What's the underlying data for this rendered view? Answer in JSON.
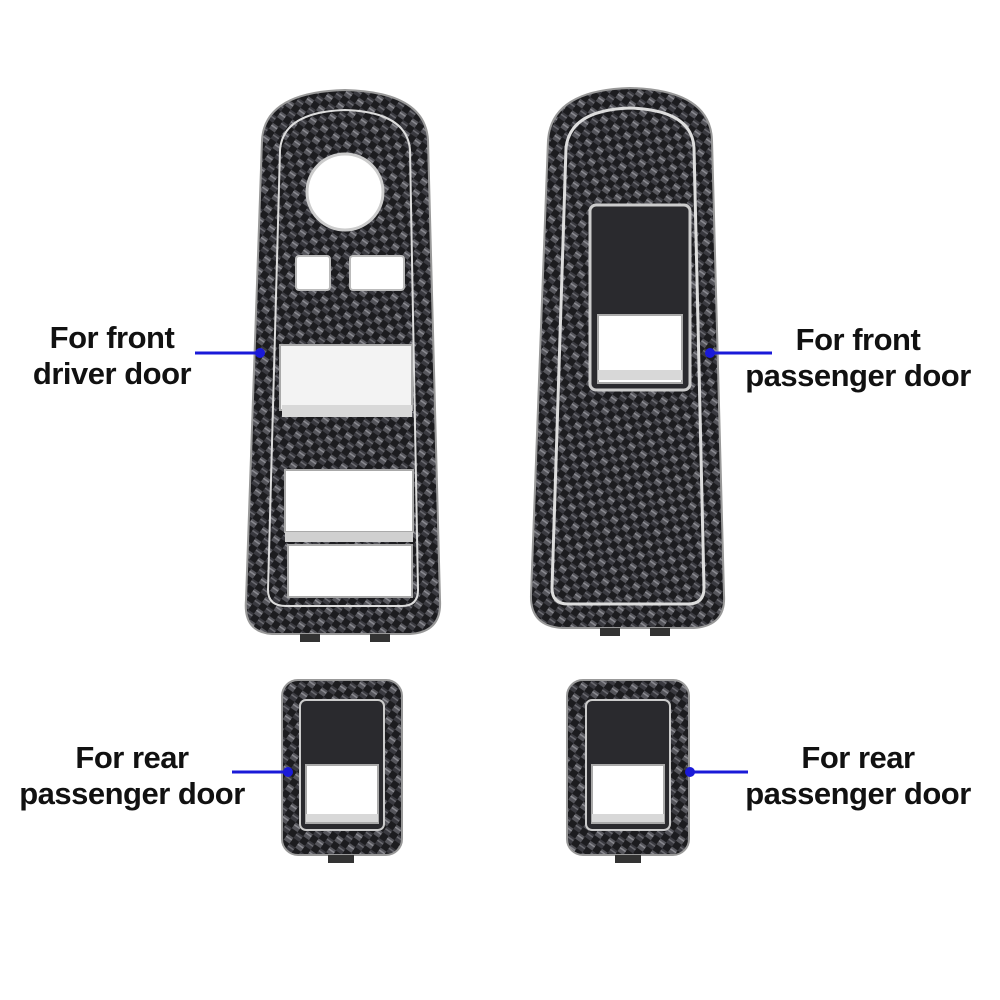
{
  "callouts": {
    "front_driver": {
      "line1": "For front",
      "line2": "driver door"
    },
    "front_passenger": {
      "line1": "For front",
      "line2": "passenger door"
    },
    "rear_left": {
      "line1": "For rear",
      "line2": "passenger door"
    },
    "rear_right": {
      "line1": "For rear",
      "line2": "passenger door"
    }
  },
  "colors": {
    "pointer": "#1a1ad8",
    "carbon_dark": "#1c1c1f",
    "carbon_light": "#6a6a70",
    "text": "#111111"
  }
}
